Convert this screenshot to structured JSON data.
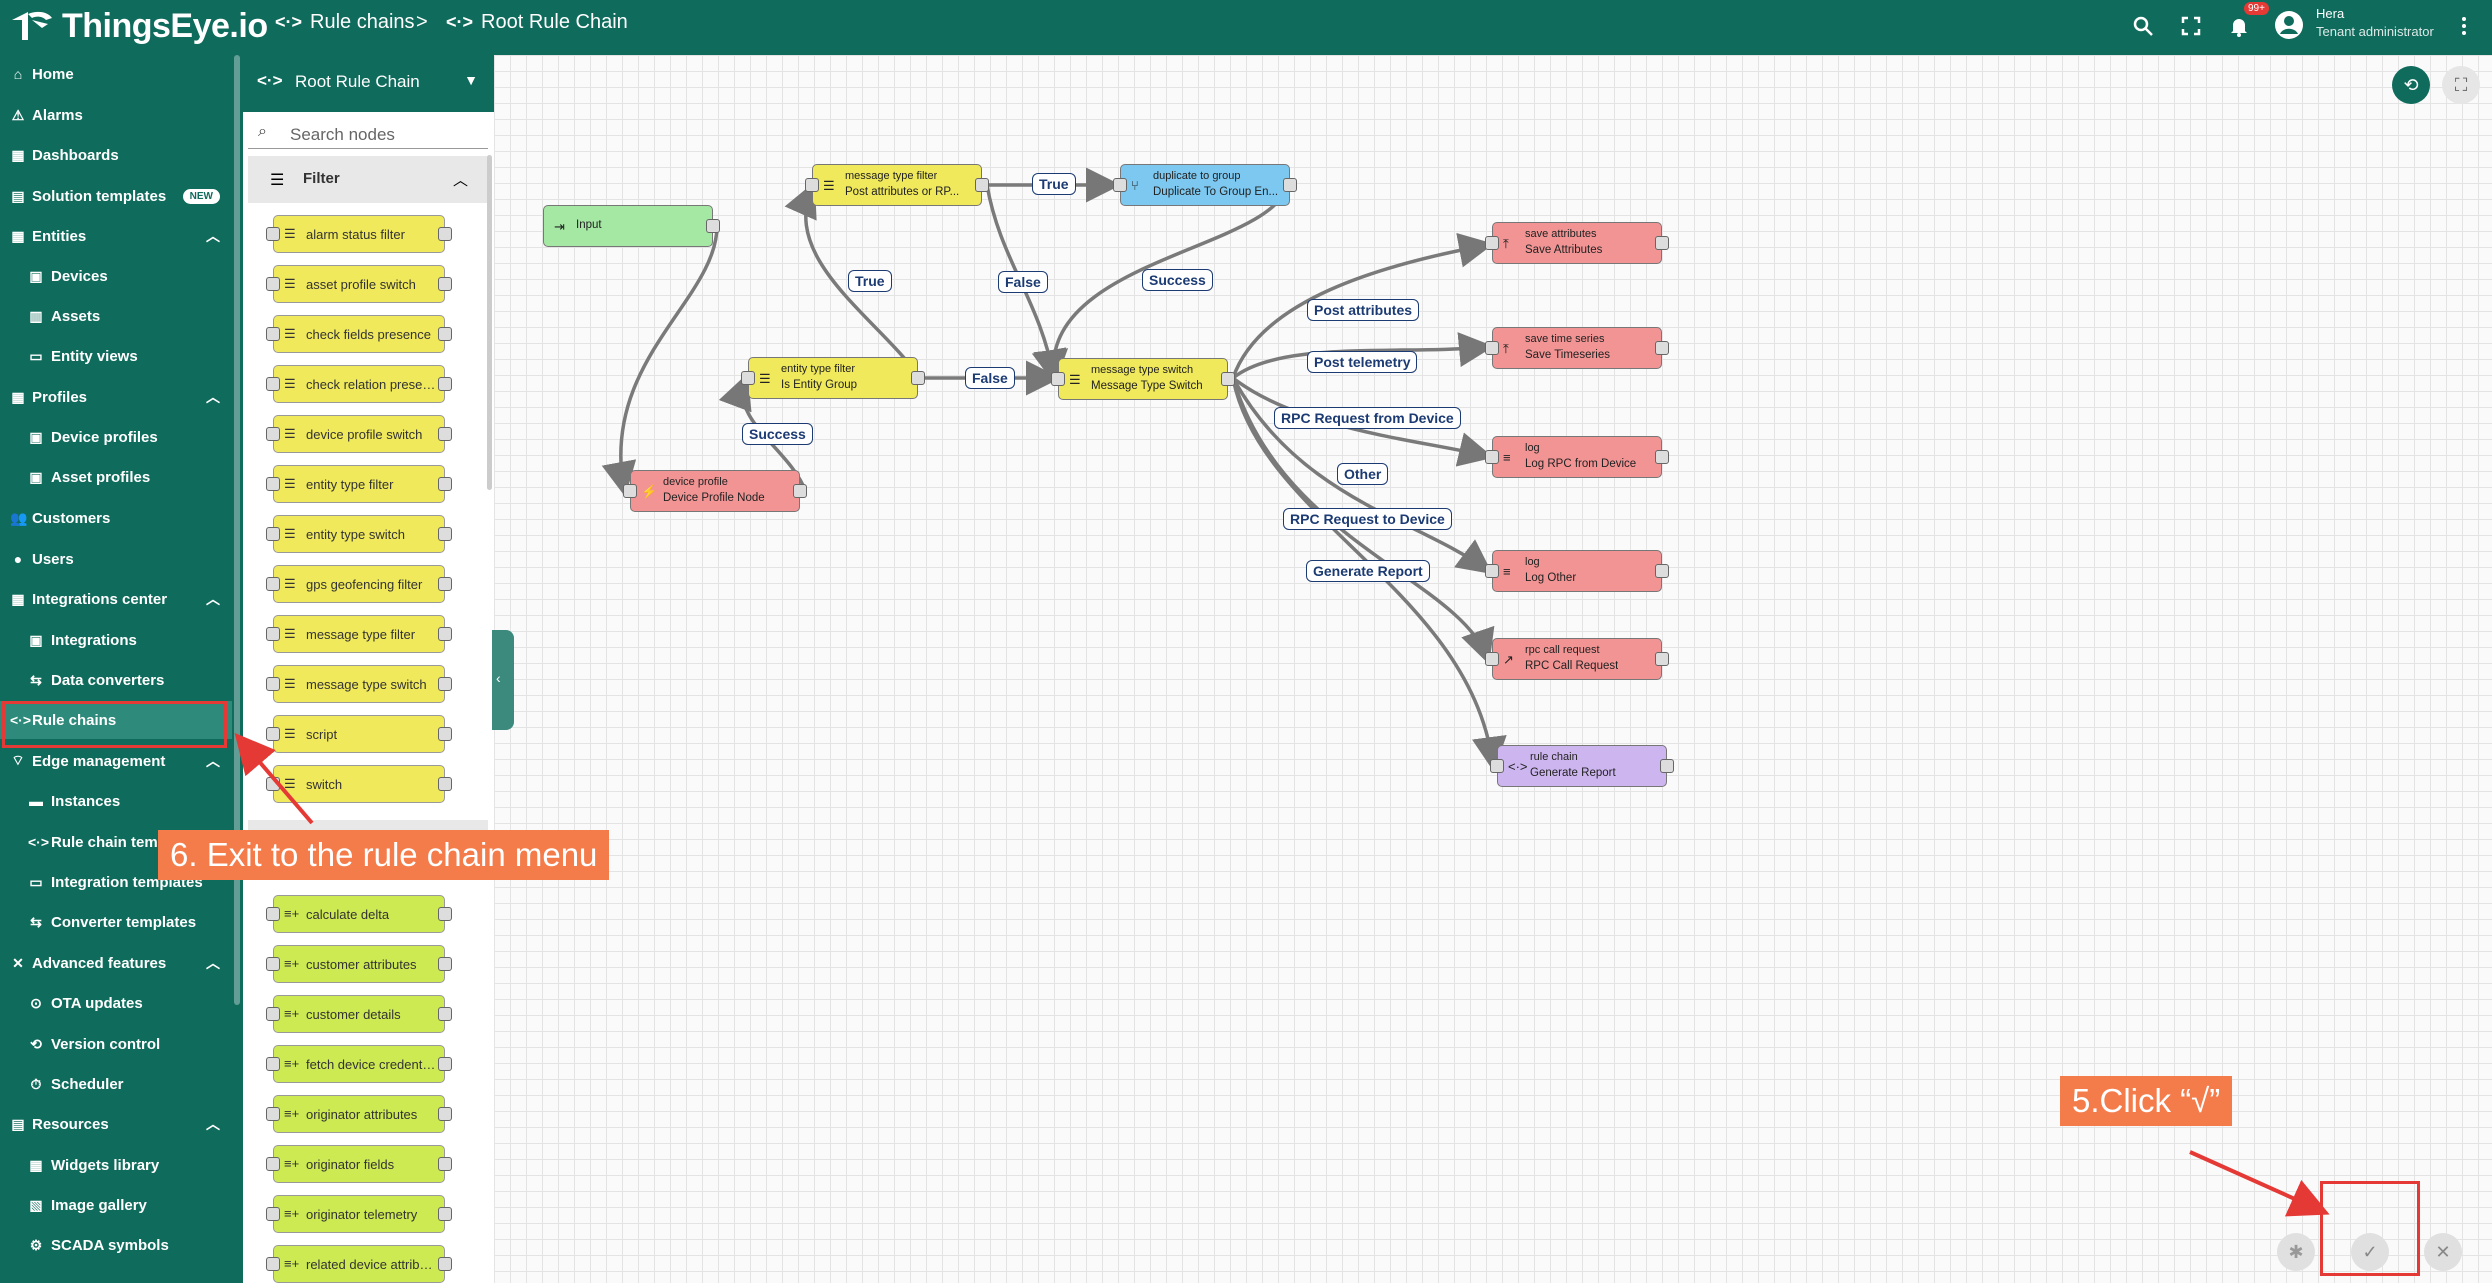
{
  "app": {
    "logo_text": "ThingsEye.io"
  },
  "breadcrumb": {
    "parent": "Rule chains",
    "separator": ">",
    "current": "Root Rule Chain"
  },
  "user": {
    "name": "Hera",
    "role": "Tenant administrator",
    "notifications_badge": "99+"
  },
  "sidebar": {
    "items": [
      {
        "label": "Home",
        "icon": "home-icon"
      },
      {
        "label": "Alarms",
        "icon": "alarm-icon"
      },
      {
        "label": "Dashboards",
        "icon": "dashboard-icon"
      },
      {
        "label": "Solution templates",
        "icon": "template-icon",
        "badge": "NEW"
      },
      {
        "label": "Entities",
        "icon": "entities-icon",
        "expanded": true
      },
      {
        "label": "Devices",
        "icon": "device-icon",
        "sub": true
      },
      {
        "label": "Assets",
        "icon": "asset-icon",
        "sub": true
      },
      {
        "label": "Entity views",
        "icon": "entity-view-icon",
        "sub": true
      },
      {
        "label": "Profiles",
        "icon": "profiles-icon",
        "expanded": true
      },
      {
        "label": "Device profiles",
        "icon": "device-profile-icon",
        "sub": true
      },
      {
        "label": "Asset profiles",
        "icon": "asset-profile-icon",
        "sub": true
      },
      {
        "label": "Customers",
        "icon": "customers-icon"
      },
      {
        "label": "Users",
        "icon": "users-icon"
      },
      {
        "label": "Integrations center",
        "icon": "integrations-center-icon",
        "expanded": true
      },
      {
        "label": "Integrations",
        "icon": "integrations-icon",
        "sub": true
      },
      {
        "label": "Data converters",
        "icon": "converter-icon",
        "sub": true
      },
      {
        "label": "Rule chains",
        "icon": "rule-chain-icon",
        "active": true
      },
      {
        "label": "Edge management",
        "icon": "edge-icon",
        "expanded": true
      },
      {
        "label": "Instances",
        "icon": "instances-icon",
        "sub": true
      },
      {
        "label": "Rule chain templates",
        "icon": "rule-chain-template-icon",
        "sub": true
      },
      {
        "label": "Integration templates",
        "icon": "integration-template-icon",
        "sub": true
      },
      {
        "label": "Converter templates",
        "icon": "converter-template-icon",
        "sub": true
      },
      {
        "label": "Advanced features",
        "icon": "advanced-icon",
        "expanded": true
      },
      {
        "label": "OTA updates",
        "icon": "ota-icon",
        "sub": true
      },
      {
        "label": "Version control",
        "icon": "version-control-icon",
        "sub": true
      },
      {
        "label": "Scheduler",
        "icon": "scheduler-icon",
        "sub": true
      },
      {
        "label": "Resources",
        "icon": "resources-icon",
        "expanded": true
      },
      {
        "label": "Widgets library",
        "icon": "widgets-icon",
        "sub": true
      },
      {
        "label": "Image gallery",
        "icon": "image-icon",
        "sub": true
      },
      {
        "label": "SCADA symbols",
        "icon": "scada-icon",
        "sub": true
      }
    ]
  },
  "library": {
    "title": "Root Rule Chain",
    "search_placeholder": "Search nodes",
    "section_filter": "Filter",
    "filter_nodes": [
      "alarm status filter",
      "asset profile switch",
      "check fields presence",
      "check relation presen...",
      "device profile switch",
      "entity type filter",
      "entity type switch",
      "gps geofencing filter",
      "message type filter",
      "message type switch",
      "script",
      "switch"
    ],
    "enrichment_nodes": [
      "calculate delta",
      "customer attributes",
      "customer details",
      "fetch device credenti...",
      "originator attributes",
      "originator fields",
      "originator telemetry",
      "related device attribu..."
    ]
  },
  "chain": {
    "nodes": [
      {
        "id": "input",
        "type": "",
        "name": "Input",
        "color": "#a4e8a4"
      },
      {
        "id": "device_profile",
        "type": "device profile",
        "name": "Device Profile Node",
        "color": "#f29494"
      },
      {
        "id": "entity_type_filter",
        "type": "entity type filter",
        "name": "Is Entity Group",
        "color": "#f0e95b"
      },
      {
        "id": "msg_type_filter",
        "type": "message type filter",
        "name": "Post attributes or RP...",
        "color": "#f0e95b"
      },
      {
        "id": "dup_group",
        "type": "duplicate to group",
        "name": "Duplicate To Group En...",
        "color": "#7dc8f0"
      },
      {
        "id": "msg_type_switch",
        "type": "message type switch",
        "name": "Message Type Switch",
        "color": "#f0e95b"
      },
      {
        "id": "save_attr",
        "type": "save attributes",
        "name": "Save Attributes",
        "color": "#f29494"
      },
      {
        "id": "save_ts",
        "type": "save time series",
        "name": "Save Timeseries",
        "color": "#f29494"
      },
      {
        "id": "log_rpc",
        "type": "log",
        "name": "Log RPC from Device",
        "color": "#f29494"
      },
      {
        "id": "log_other",
        "type": "log",
        "name": "Log Other",
        "color": "#f29494"
      },
      {
        "id": "rpc_call",
        "type": "rpc call request",
        "name": "RPC Call Request",
        "color": "#f29494"
      },
      {
        "id": "rule_chain",
        "type": "rule chain",
        "name": "Generate Report",
        "color": "#cdb6ef"
      }
    ],
    "labels": [
      "True",
      "True",
      "False",
      "False",
      "Success",
      "Success",
      "Post attributes",
      "Post telemetry",
      "RPC Request from Device",
      "Other",
      "RPC Request to Device",
      "Generate Report"
    ]
  },
  "annotations": {
    "step6": "6. Exit to the rule chain menu",
    "step5": "5.Click “√”"
  },
  "colors": {
    "brand": "#0f6b5c",
    "annotation": "#f47c4b",
    "highlight": "#e53935"
  }
}
